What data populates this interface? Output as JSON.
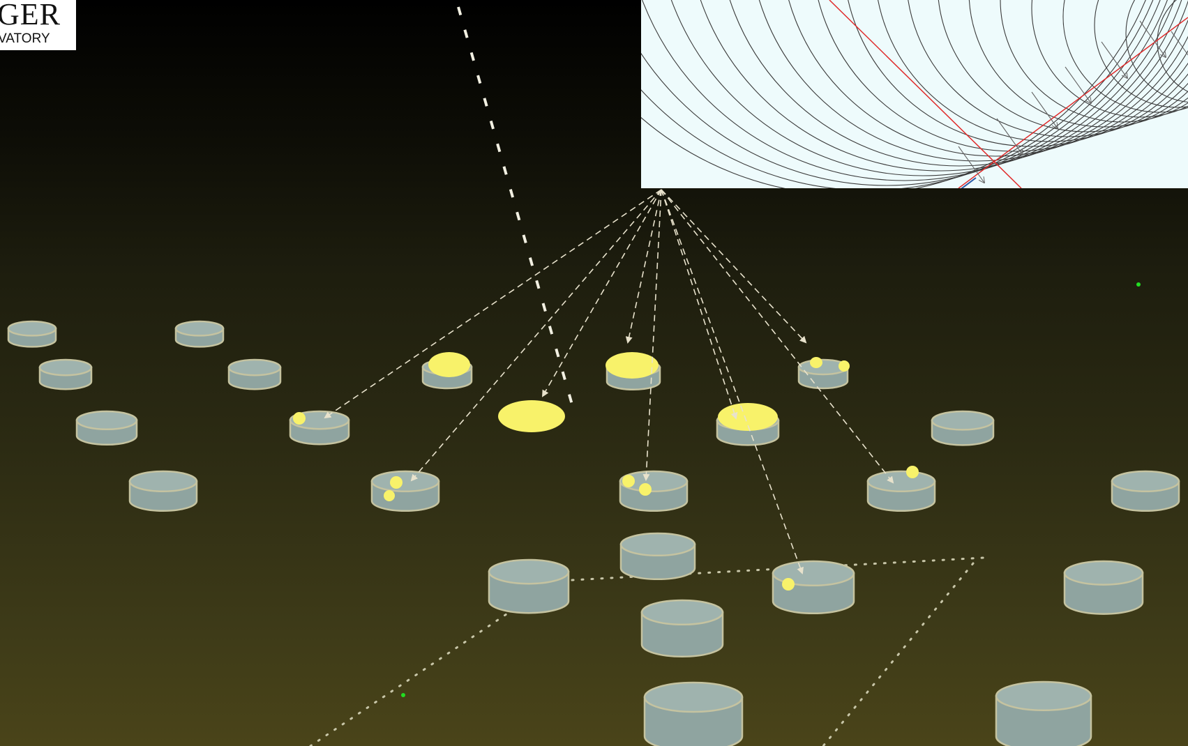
{
  "logo": {
    "line1": "GER",
    "line2": "VATORY"
  },
  "colors": {
    "station_fill": "#8fa4a0",
    "station_edge": "#c5c3a0",
    "signal": "#f8f26a",
    "arrow": "#e8e2cc",
    "track": "#f0eee0",
    "inset_bg": "#eefbfc",
    "inset_red": "#e02a2a",
    "dot_green": "#22dd22"
  },
  "icons": {
    "shower_axis": "dashed-track",
    "stations": "water-tank-cylinder",
    "signals": "yellow-blob",
    "rays": "dashed-arrow"
  }
}
